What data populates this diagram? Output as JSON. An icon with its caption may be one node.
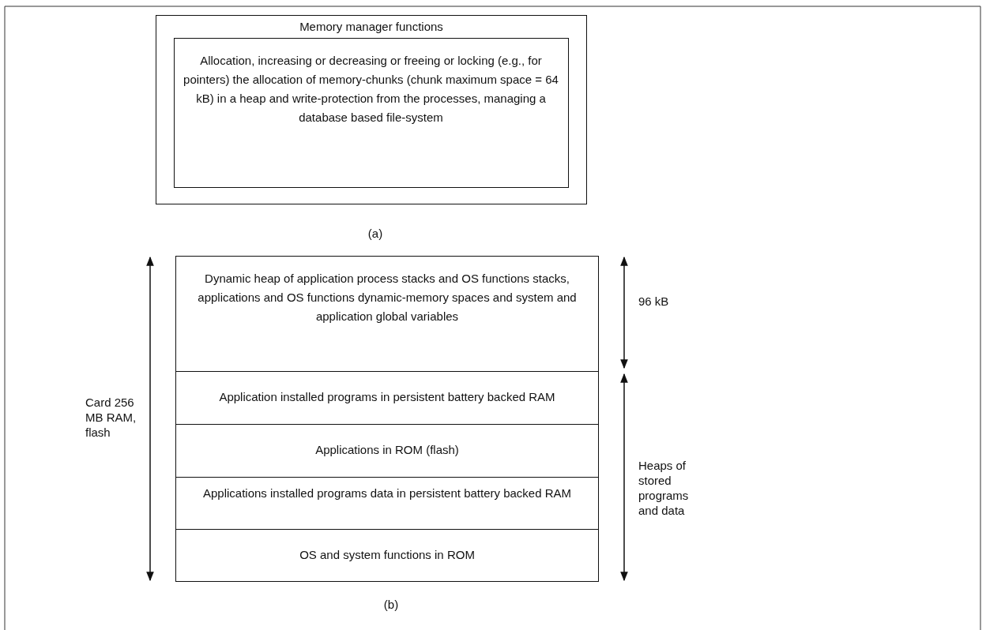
{
  "diagram": {
    "nodes": [
      {
        "text": [
          "Memory manager functions"
        ]
      },
      {
        "text": [
          "Allocation, increasing or decreasing or freeing or locking (e.g., for pointers) the allocation of memory-chunks (chunk maximum space = 64 kB) in a heap and write-protection from the processes, managing a database based file-system"
        ],
        "in": 0
      },
      {
        "text": [
          "Dynamic heap of application process stacks and OS functions stacks, applications and OS functions dynamic-memory spaces and system and application global variables"
        ]
      },
      {
        "text": [
          "Application installed programs in persistent battery backed RAM"
        ]
      },
      {
        "text": [
          "Applications in ROM (flash)"
        ]
      },
      {
        "text": [
          "Applications installed programs data in persistent battery backed RAM"
        ]
      },
      {
        "text": [
          "OS and system functions in ROM"
        ]
      }
    ],
    "edges": [],
    "labels": [
      "(a)",
      "96 kB",
      "Card 256 MB RAM, flash",
      "Heaps of stored programs and data",
      "(b)"
    ]
  }
}
